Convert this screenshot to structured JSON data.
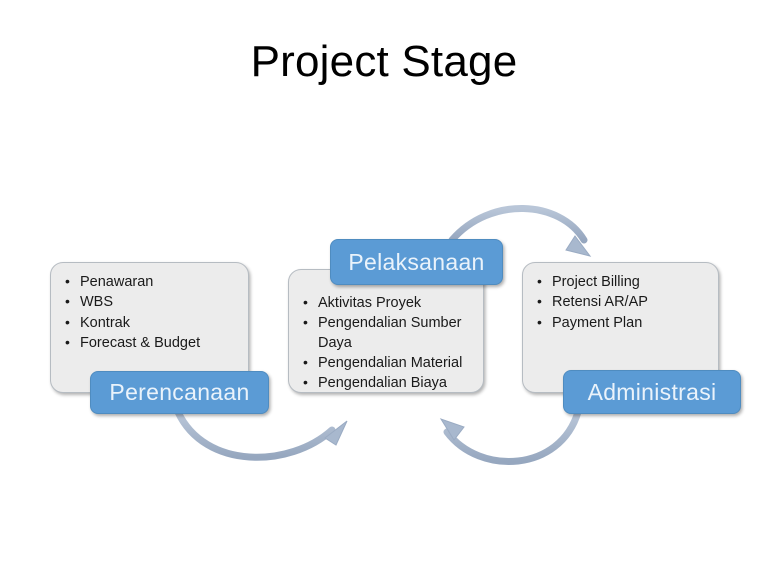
{
  "slide": {
    "title": "Project Stage",
    "background_color": "#ffffff",
    "accent_color": "#5b9bd5",
    "body_color": "#ececec",
    "arrow_color": "#a8b8ce"
  },
  "stages": [
    {
      "label": "Perencanaan",
      "items": [
        "Penawaran",
        "WBS",
        "Kontrak",
        "Forecast & Budget"
      ]
    },
    {
      "label": "Pelaksanaan",
      "items": [
        "Aktivitas Proyek",
        "Pengendalian Sumber Daya",
        "Pengendalian Material",
        "Pengendalian Biaya"
      ]
    },
    {
      "label": "Administrasi",
      "items": [
        "Project Billing",
        "Retensi AR/AP",
        "Payment Plan"
      ]
    }
  ],
  "connectors": [
    {
      "name": "arrow-perencanaan-to-pelaksanaan",
      "direction": "right"
    },
    {
      "name": "arrow-pelaksanaan-to-administrasi",
      "direction": "right"
    },
    {
      "name": "arrow-administrasi-to-pelaksanaan",
      "direction": "left"
    }
  ]
}
